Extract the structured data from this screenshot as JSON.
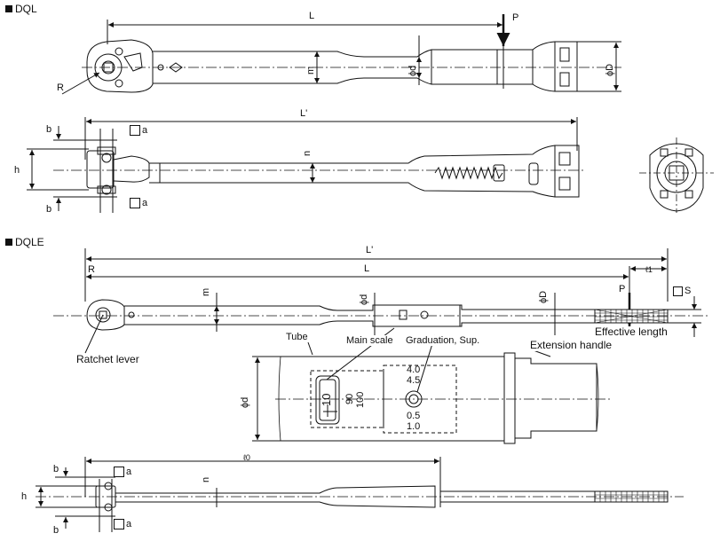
{
  "sections": {
    "dql": "DQL",
    "dqle": "DQLE"
  },
  "dql_top": {
    "dim_L": "L",
    "load_P": "P",
    "dim_m": "m",
    "dim_phid": "ϕd",
    "dim_phiD": "ϕD",
    "dim_R": "R"
  },
  "dql_side": {
    "dim_Lp": "L'",
    "dim_b_top": "b",
    "dim_b_bot": "b",
    "dim_h": "h",
    "dim_n": "n",
    "sq_a_top": "a",
    "sq_a_bot": "a"
  },
  "dqle_top": {
    "dim_Lp": "L'",
    "dim_L": "L",
    "dim_R": "R",
    "dim_l1": "ℓ1",
    "load_P": "P",
    "dim_m": "m",
    "dim_phid": "ϕd",
    "dim_phiD": "ϕD",
    "dim_S": "S",
    "effective_length": "Effective length",
    "ratchet_lever": "Ratchet lever",
    "tube": "Tube",
    "main_scale": "Main scale",
    "graduation": "Graduation, Sup.",
    "extension_handle": "Extension handle"
  },
  "detail": {
    "dim_phid": "ϕd",
    "main_scale_value": "10",
    "scale_90": "90",
    "scale_100": "100",
    "grad_top": [
      "4.0",
      "4.5"
    ],
    "grad_bottom": [
      "0.5",
      "1.0"
    ]
  },
  "dqle_side": {
    "dim_l0": "ℓ0",
    "dim_b_top": "b",
    "dim_b_bot": "b",
    "dim_h": "h",
    "dim_n": "n",
    "sq_a_top": "a",
    "sq_a_bot": "a"
  }
}
